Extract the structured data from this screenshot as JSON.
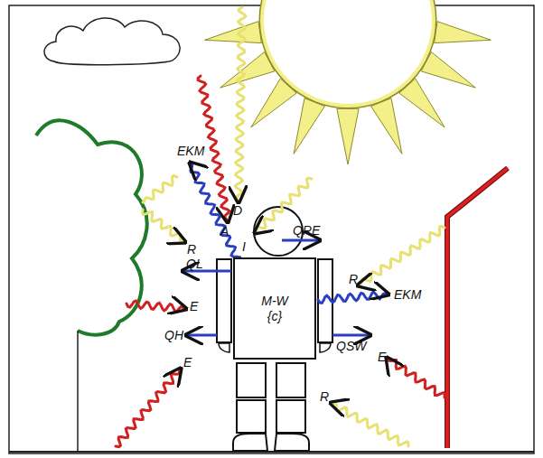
{
  "diagram": {
    "nodes": [
      {
        "text": [
          "M-W",
          "{c}"
        ]
      }
    ],
    "labels": [
      "D",
      "A",
      "I",
      "EKM",
      "QRE",
      "R",
      "QL",
      "E",
      "QH",
      "E",
      "R",
      "EKM",
      "QSW",
      "E",
      "R"
    ]
  }
}
